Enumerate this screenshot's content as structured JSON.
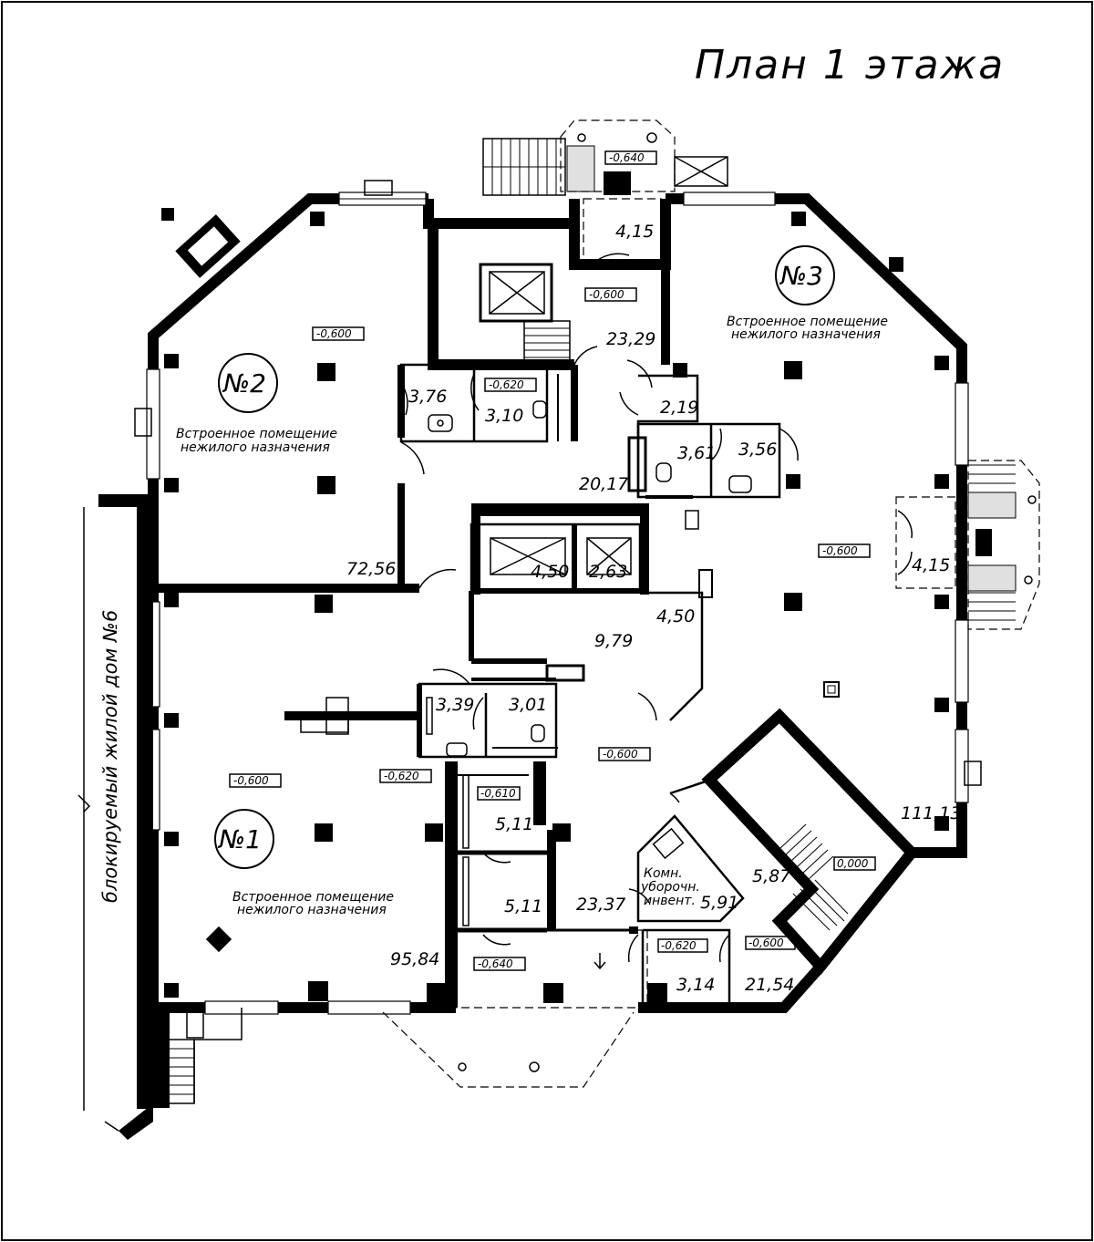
{
  "title": "План 1 этажа",
  "side_label": "блокируемый жилой дом №6",
  "units": [
    {
      "number": "№1",
      "description_line1": "Встроенное помещение",
      "description_line2": "нежилого назначения"
    },
    {
      "number": "№2",
      "description_line1": "Встроенное помещение",
      "description_line2": "нежилого назначения"
    },
    {
      "number": "№3",
      "description_line1": "Встроенное помещение",
      "description_line2": "нежилого назначения"
    }
  ],
  "room_areas": [
    "4,15",
    "23,29",
    "3,76",
    "3,10",
    "72,56",
    "2,19",
    "3,61",
    "3,56",
    "20,17",
    "4,50",
    "2,63",
    "4,15",
    "4,50",
    "9,79",
    "3,39",
    "3,01",
    "111,13",
    "5,11",
    "5,11",
    "5,87",
    "23,37",
    "5,91",
    "95,84",
    "3,14",
    "21,54"
  ],
  "levels": [
    "-0,640",
    "-0,600",
    "-0,600",
    "-0,620",
    "-0,600",
    "-0,600",
    "-0,600",
    "-0,620",
    "-0,610",
    "-0,640",
    "-0,620",
    "-0,600",
    "0,000"
  ],
  "cleaning_room": {
    "line1": "Комн.",
    "line2": "уборочн.",
    "line3": "инвент."
  }
}
